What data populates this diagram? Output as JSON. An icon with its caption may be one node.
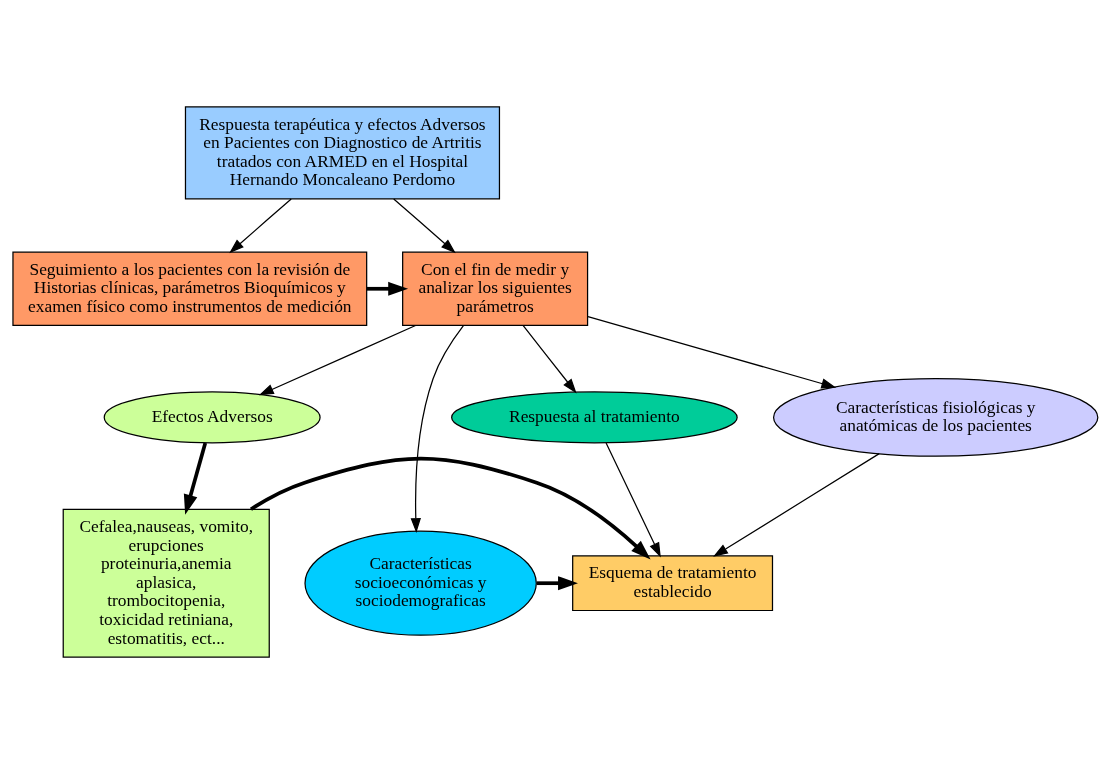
{
  "diagram": {
    "nodes": [
      {
        "text": [
          "Respuesta terapéutica y efectos Adversos en Pacientes con Diagnostico de Artritis tratados con ARMED en el Hospital Hernando Moncaleano Perdomo"
        ]
      },
      {
        "text": [
          "Seguimiento a los pacientes con la revisión de Historias clínicas, parámetros Bioquímicos y examen físico como instrumentos de medición"
        ]
      },
      {
        "text": [
          "Con el fin de medir y analizar los siguientes parámetros"
        ]
      },
      {
        "text": [
          "Efectos Adversos"
        ]
      },
      {
        "text": [
          "Respuesta al tratamiento"
        ]
      },
      {
        "text": [
          "Características fisiológicas y anatómicas de los pacientes"
        ]
      },
      {
        "text": [
          "Características socioeconómicas y sociodemograficas"
        ]
      },
      {
        "text": [
          "Cefalea,nauseas, vomito, erupciones proteinuria,anemia aplasica, trombocitopenia, toxicidad retiniana, estomatitis, ect..."
        ]
      },
      {
        "text": [
          "Esquema de tratamiento establecido"
        ]
      }
    ],
    "edges": [
      {
        "from": 0,
        "to": 1,
        "arrow": "to"
      },
      {
        "from": 0,
        "to": 2,
        "arrow": "to"
      },
      {
        "from": 1,
        "to": 2,
        "arrow": "to",
        "style": "thick"
      },
      {
        "from": 2,
        "to": 3,
        "arrow": "to"
      },
      {
        "from": 2,
        "to": 4,
        "arrow": "to"
      },
      {
        "from": 2,
        "to": 5,
        "arrow": "to"
      },
      {
        "from": 2,
        "to": 6,
        "arrow": "to"
      },
      {
        "from": 3,
        "to": 7,
        "arrow": "to",
        "style": "thick"
      },
      {
        "from": 4,
        "to": 8,
        "arrow": "to"
      },
      {
        "from": 5,
        "to": 8,
        "arrow": "to"
      },
      {
        "from": 7,
        "to": 8,
        "arrow": "to",
        "style": "thick"
      },
      {
        "from": 6,
        "to": 8,
        "arrow": "to",
        "style": "thick"
      }
    ]
  }
}
